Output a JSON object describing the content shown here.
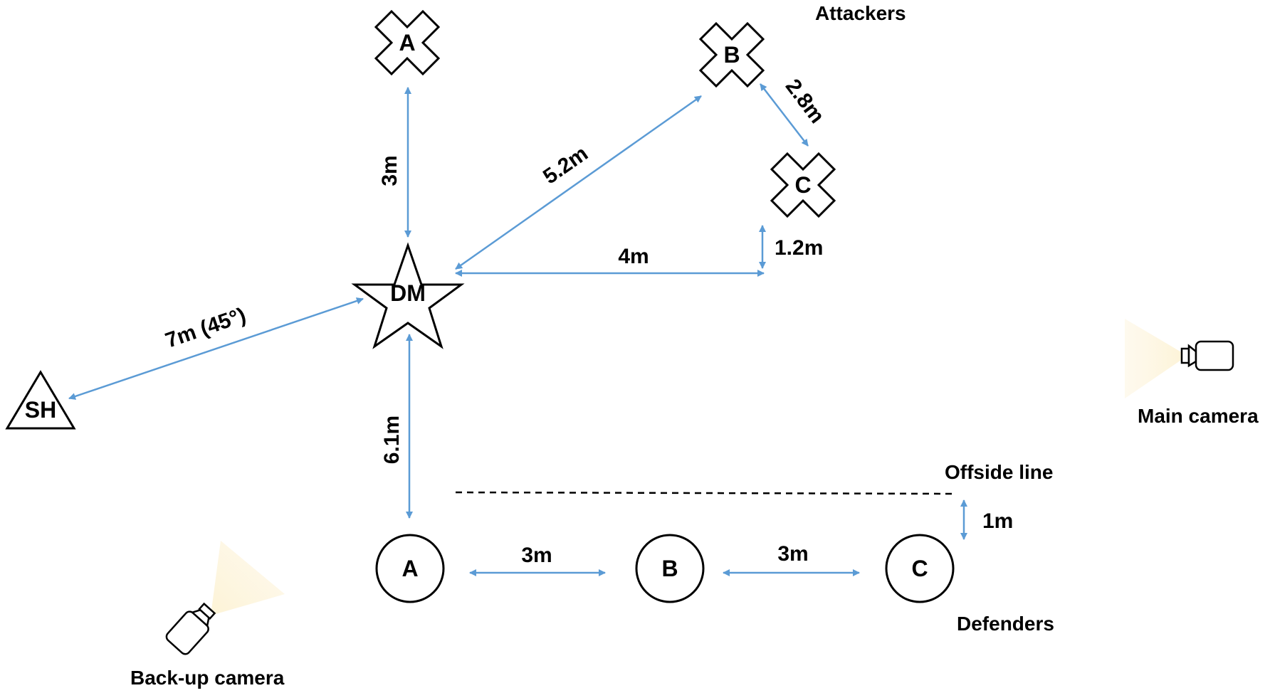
{
  "colors": {
    "arrow": "#5b9bd5",
    "shape_stroke": "#000000",
    "camera_cone": "#fdf6e3",
    "background": "#ffffff"
  },
  "attackers": {
    "title": "Attackers",
    "A": "A",
    "B": "B",
    "C": "C"
  },
  "defenders": {
    "title": "Defenders",
    "A": "A",
    "B": "B",
    "C": "C"
  },
  "dm_label": "DM",
  "sh_label": "SH",
  "offside_line_label": "Offside line",
  "main_camera_label": "Main camera",
  "backup_camera_label": "Back-up camera",
  "distances": {
    "dm_to_attacker_a": "3m",
    "dm_to_attacker_b": "5.2m",
    "attacker_b_to_c": "2.8m",
    "dm_horizontal": "4m",
    "attacker_c_vertical_offset": "1.2m",
    "dm_to_sh": "7m (45°)",
    "dm_to_defender_a": "6.1m",
    "defender_a_to_b": "3m",
    "defender_b_to_c": "3m",
    "defenders_to_offside": "1m"
  }
}
